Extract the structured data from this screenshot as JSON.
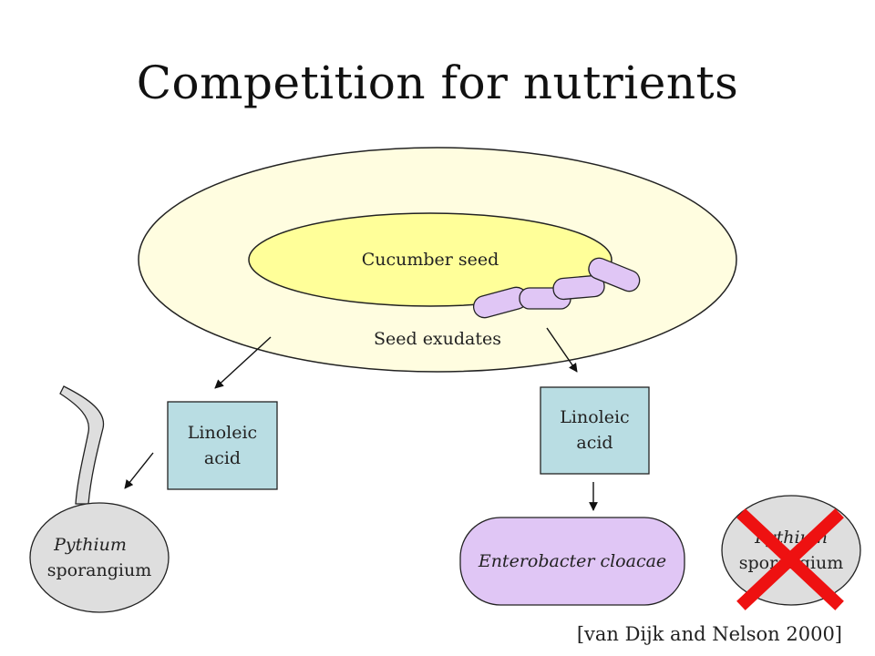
{
  "title": "Competition for nutrients",
  "diagram": {
    "seed_label": "Cucumber seed",
    "exudates_label": "Seed exudates",
    "left_box": {
      "line1": "Linoleic",
      "line2": "acid"
    },
    "right_box": {
      "line1": "Linoleic",
      "line2": "acid"
    },
    "left_sporangium": {
      "line1": "Pythium",
      "line2": "sporangium"
    },
    "right_sporangium": {
      "line1": "Pythium",
      "line2": "sporangium",
      "crossed_out": true
    },
    "bacterium_label": "Enterobacter cloacae",
    "colors": {
      "outer_ellipse": "#fffde0",
      "seed": "#ffff99",
      "bacteria": "#e0c6f5",
      "box": "#b9dde3",
      "sporangium": "#dedede",
      "cross": "#ee1111"
    }
  },
  "citation": "[van Dijk and Nelson 2000]"
}
